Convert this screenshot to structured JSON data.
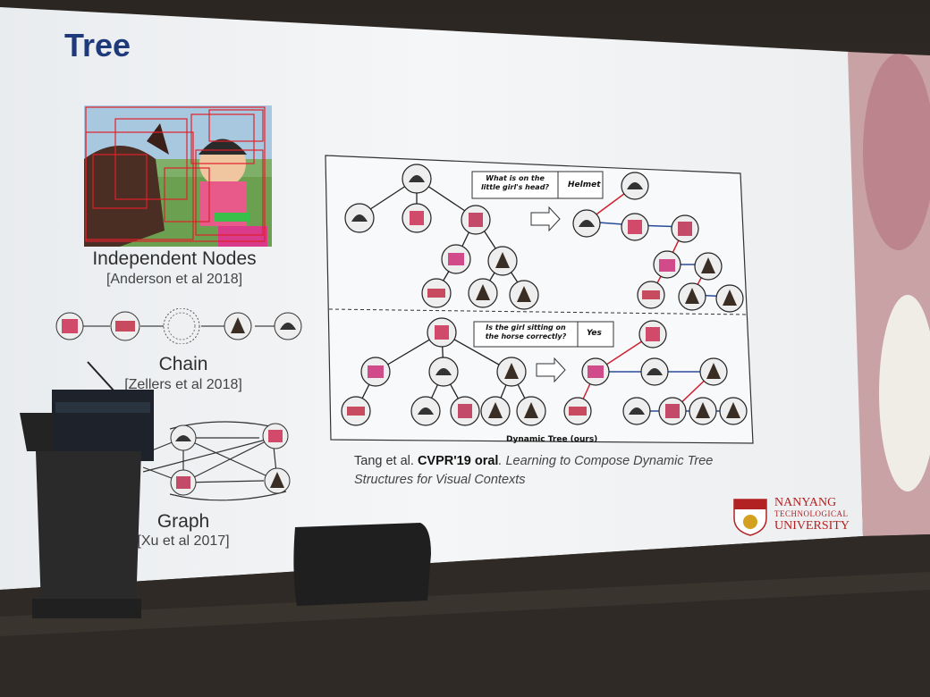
{
  "slide": {
    "title": "Tree",
    "sections": {
      "independent": {
        "label": "Independent Nodes",
        "citation": "[Anderson et al 2018]"
      },
      "chain": {
        "label": "Chain",
        "citation": "[Zellers et al 2018]"
      },
      "graph": {
        "label": "Graph",
        "citation": "[Xu et al 2017]"
      }
    },
    "figure": {
      "question1": {
        "line1": "What is on the",
        "line2": "little girl's head?",
        "answer": "Helmet"
      },
      "question2": {
        "line1": "Is the girl sitting on",
        "line2": "the horse correctly?",
        "answer": "Yes"
      },
      "caption": "Dynamic Tree (ours)"
    },
    "reference": {
      "authors": "Tang et al.",
      "venue": "CVPR'19 oral",
      "title_line1": ". Learning to Compose Dynamic Tree",
      "title_line2": "Structures for Visual Contexts"
    },
    "logo": {
      "line1": "NANYANG",
      "line2": "TECHNOLOGICAL",
      "line3": "UNIVERSITY"
    }
  },
  "colors": {
    "title": "#1f3a7a",
    "edge_red": "#d02030",
    "edge_blue": "#2a4a9a",
    "logo_red": "#b22222"
  }
}
